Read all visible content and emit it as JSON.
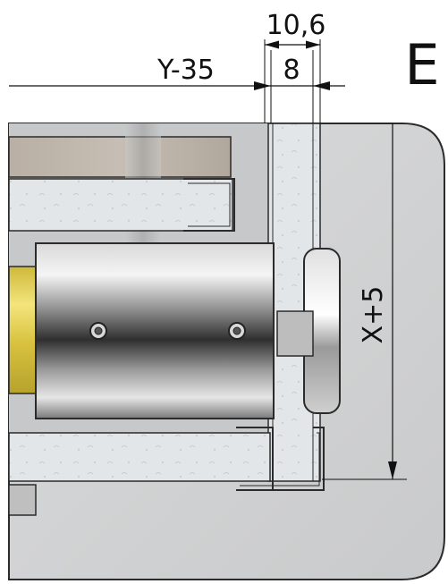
{
  "view": {
    "label": "E"
  },
  "dimensions": {
    "top_outer": "10,6",
    "top_inner": "8",
    "left": "Y-35",
    "vertical": "X+5"
  },
  "colors": {
    "frame_gray": "#d6d7d8",
    "frame_outline": "#2b2b2b",
    "wood": "#bfb7ae",
    "insulation": "#e3e6e8",
    "cylinder_dark": "#3a3a3a",
    "cylinder_light": "#f2f2f2",
    "brass": "#e8d35a"
  }
}
